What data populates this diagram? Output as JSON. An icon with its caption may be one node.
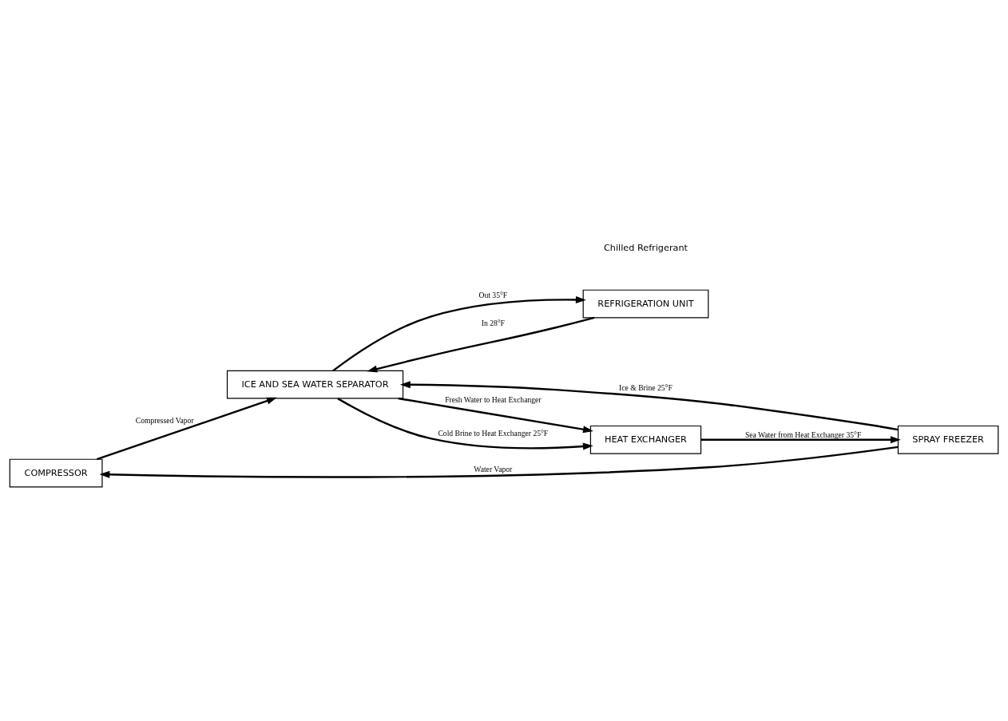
{
  "diagram": {
    "nodes": [
      {
        "text": [
          "COMPRESSOR"
        ]
      },
      {
        "text": [
          "REFRIGERATION UNIT"
        ]
      },
      {
        "text": [
          "SPRAY FREEZER"
        ]
      },
      {
        "text": [
          "ICE AND SEA WATER SEPARATOR"
        ]
      },
      {
        "text": [
          "HEAT EXCHANGER"
        ]
      }
    ],
    "edges": [
      {
        "from": 2,
        "to": 0,
        "arrow": "to",
        "label": "Water Vapor"
      },
      {
        "from": 0,
        "to": 3,
        "arrow": "to",
        "label": "Compressed Vapor"
      },
      {
        "from": 1,
        "to": 3,
        "arrow": "to",
        "label": "In 28°F"
      },
      {
        "from": 3,
        "to": 1,
        "arrow": "to",
        "label": "Out 35°F"
      },
      {
        "from": 2,
        "to": 3,
        "arrow": "to",
        "label": "Ice & Brine 25°F"
      },
      {
        "from": 3,
        "to": 4,
        "arrow": "to",
        "label": "Fresh Water to Heat Exchanger"
      },
      {
        "from": 3,
        "to": 4,
        "arrow": "to",
        "label": "Cold Brine to Heat Exchanger 25°F"
      },
      {
        "from": 4,
        "to": 2,
        "arrow": "to",
        "label": "Sea Water from Heat Exchanger 35°F"
      }
    ],
    "labels": [
      "Chilled Refrigerant"
    ]
  }
}
